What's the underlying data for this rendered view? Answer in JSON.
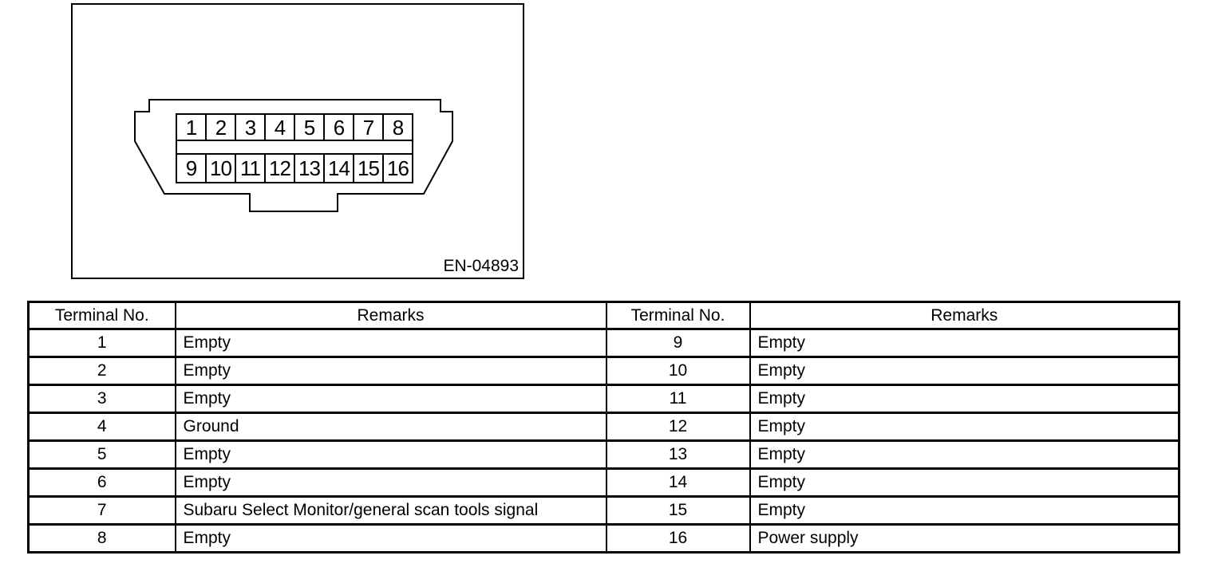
{
  "figure": {
    "code": "EN-04893",
    "connector": {
      "pin_rows": [
        [
          "1",
          "2",
          "3",
          "4",
          "5",
          "6",
          "7",
          "8"
        ],
        [
          "9",
          "10",
          "11",
          "12",
          "13",
          "14",
          "15",
          "16"
        ]
      ]
    }
  },
  "table": {
    "columns": [
      "Terminal No.",
      "Remarks",
      "Terminal No.",
      "Remarks"
    ],
    "rows": [
      {
        "left_no": "1",
        "left_remark": "Empty",
        "right_no": "9",
        "right_remark": "Empty"
      },
      {
        "left_no": "2",
        "left_remark": "Empty",
        "right_no": "10",
        "right_remark": "Empty"
      },
      {
        "left_no": "3",
        "left_remark": "Empty",
        "right_no": "11",
        "right_remark": "Empty"
      },
      {
        "left_no": "4",
        "left_remark": "Ground",
        "right_no": "12",
        "right_remark": "Empty"
      },
      {
        "left_no": "5",
        "left_remark": "Empty",
        "right_no": "13",
        "right_remark": "Empty"
      },
      {
        "left_no": "6",
        "left_remark": "Empty",
        "right_no": "14",
        "right_remark": "Empty"
      },
      {
        "left_no": "7",
        "left_remark": "Subaru Select Monitor/general scan tools signal",
        "right_no": "15",
        "right_remark": "Empty"
      },
      {
        "left_no": "8",
        "left_remark": "Empty",
        "right_no": "16",
        "right_remark": "Power supply"
      }
    ]
  },
  "colors": {
    "line": "#000000",
    "background": "#ffffff"
  }
}
